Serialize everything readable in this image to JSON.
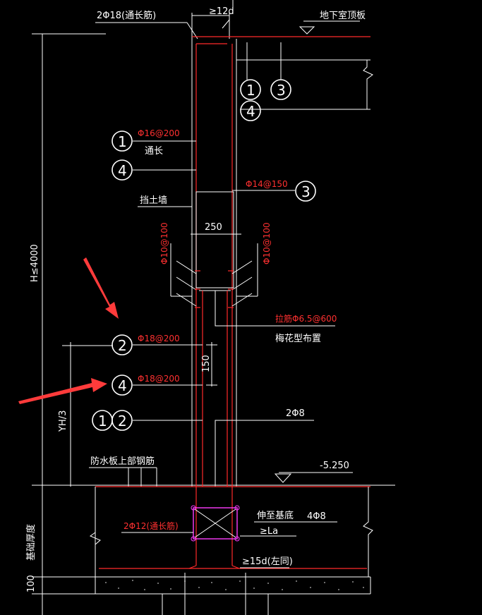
{
  "top": {
    "top_bar_label": "2Φ18(通长筋)",
    "anchor_label": "≥12d",
    "slab_label": "地下室顶板"
  },
  "left": {
    "height_label": "H≤4000",
    "third_label": "YH/3",
    "foundation_label": "基础厚度",
    "base_thickness": "100"
  },
  "rebar": {
    "vert_left": "Φ16@200",
    "continuous_note": "通长",
    "vert_right": "Φ14@150",
    "retaining_wall": "挡土墙",
    "wall_width": "250",
    "haunch_left": "Φ10@100",
    "haunch_right": "Φ10@100",
    "tie_bar": "拉筋Φ6.5@600",
    "tie_layout": "梅花型布置",
    "lower_v1": "Φ18@200",
    "lower_v2": "Φ18@200",
    "lower_spacing": "150",
    "two_bars": "2Φ8",
    "waterproof_note": "防水板上部钢筋",
    "elevation": "-5.250",
    "footing_bar": "2Φ12(通长筋)",
    "extend_note": "伸至基底",
    "la_label": "≥La",
    "four_bars": "4Φ8",
    "hook_label": "≥15d(左同)"
  },
  "markers": {
    "top_a1": "1",
    "top_a3": "3",
    "top_a4": "4",
    "left_1": "1",
    "left_4": "4",
    "right_3": "3",
    "low_2": "2",
    "low_4": "4",
    "low_12a": "1",
    "low_12b": "2"
  }
}
